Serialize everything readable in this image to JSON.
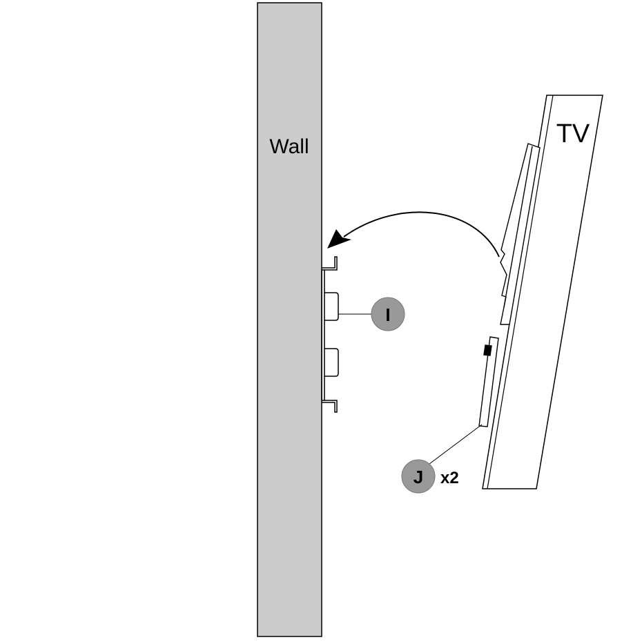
{
  "labels": {
    "wall": "Wall",
    "tv": "TV"
  },
  "callouts": {
    "bracket": {
      "letter": "I"
    },
    "spacer": {
      "letter": "J",
      "quantity": "x2"
    }
  },
  "colors": {
    "wall_fill": "#cccccc",
    "callout_fill": "#999999",
    "line": "#000000",
    "background": "#ffffff"
  }
}
